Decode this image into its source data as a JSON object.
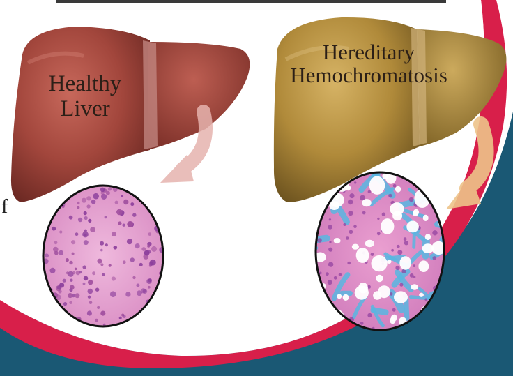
{
  "healthy": {
    "label_line1": "Healthy",
    "label_line2": "Liver"
  },
  "hemochromatosis": {
    "label_line1": "Hereditary",
    "label_line2": "Hemochromatosis"
  },
  "colors": {
    "background": "#ffffff",
    "teal_panel": "#1a5874",
    "red_swoosh": "#d81f4a",
    "healthy_liver": "#a2463c",
    "diseased_liver": "#b08a3a",
    "tissue_pink": "#e7a7d2",
    "iron_blue": "#58b6e0"
  },
  "icons": [
    "healthy-liver-illustration",
    "diseased-liver-illustration",
    "curved-arrow-icon",
    "micrograph-circle"
  ]
}
